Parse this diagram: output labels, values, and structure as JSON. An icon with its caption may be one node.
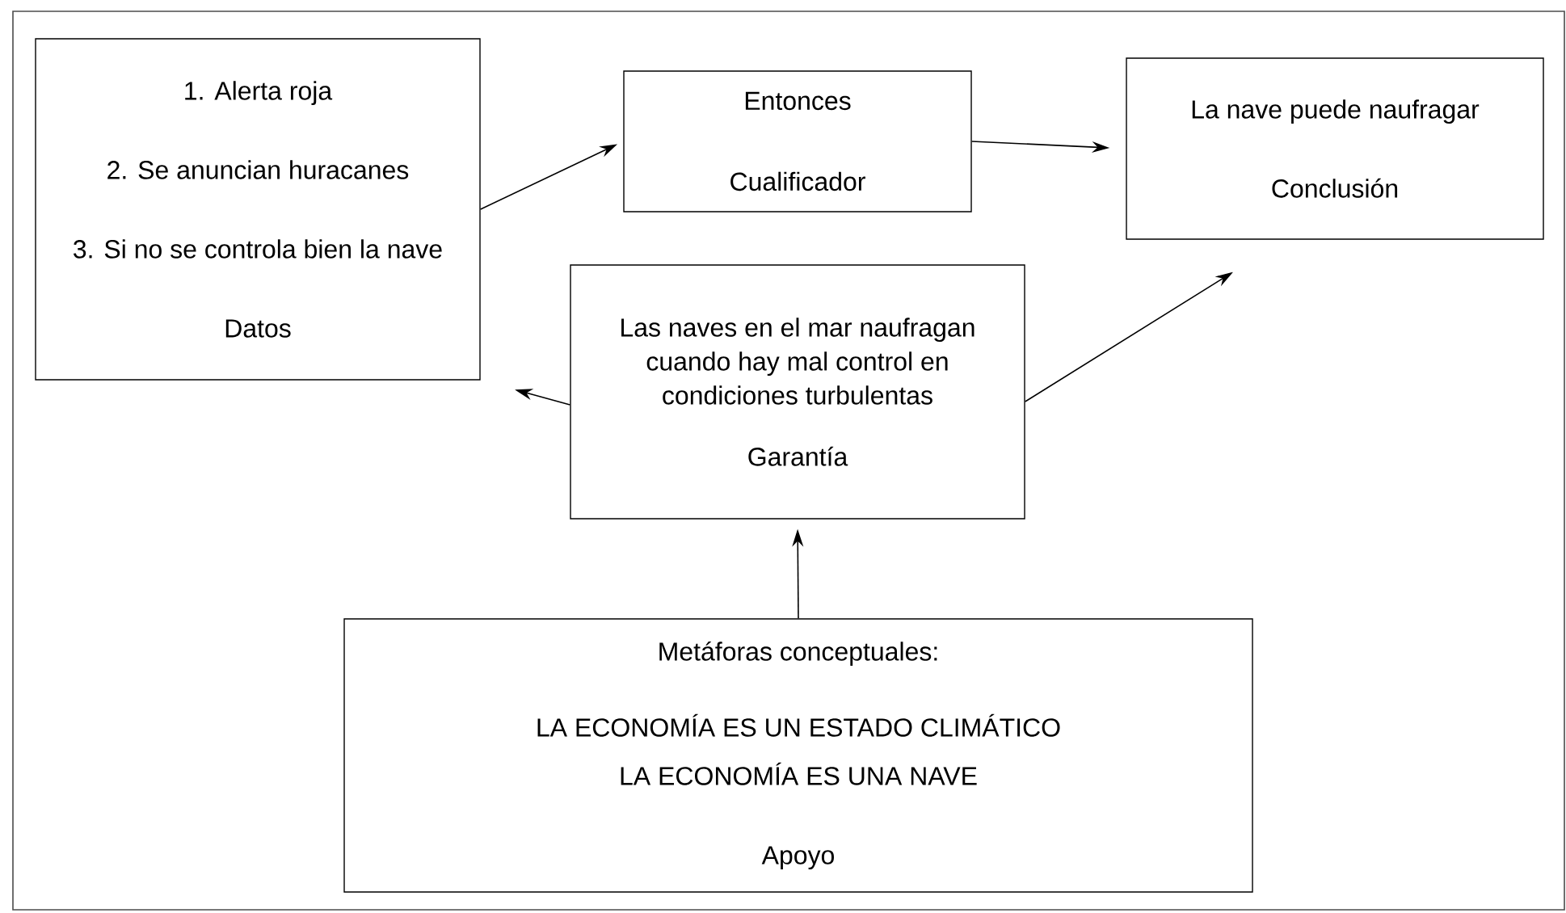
{
  "diagram": {
    "nodes": [
      {
        "text": [
          "1. Alerta roja",
          "2. Se anuncian huracanes",
          "3. Si no se controla bien la nave",
          "Datos"
        ]
      },
      {
        "text": [
          "Entonces",
          "Cualificador"
        ]
      },
      {
        "text": [
          "La nave puede naufragar",
          "Conclusión"
        ]
      },
      {
        "text": [
          "Las naves en el mar naufragan cuando hay mal control en condiciones turbulentas",
          "Garantía"
        ]
      },
      {
        "text": [
          "Metáforas conceptuales:",
          "LA ECONOMÍA ES UN ESTADO CLIMÁTICO",
          "LA ECONOMÍA ES UNA NAVE",
          "Apoyo"
        ]
      }
    ],
    "edges": [
      {
        "from": 0,
        "to": 1,
        "arrow": "to"
      },
      {
        "from": 1,
        "to": 2,
        "arrow": "to"
      },
      {
        "from": 3,
        "to": 0,
        "arrow": "to"
      },
      {
        "from": 3,
        "to": 2,
        "arrow": "to"
      },
      {
        "from": 4,
        "to": 3,
        "arrow": "to"
      }
    ]
  }
}
